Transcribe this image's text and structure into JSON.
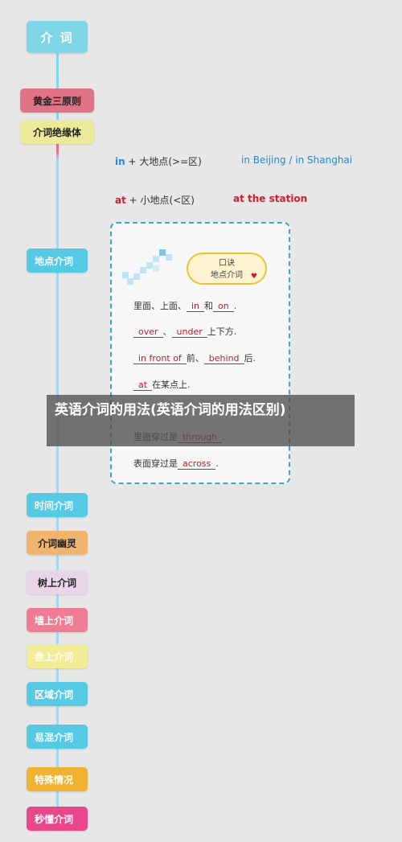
{
  "mindmap": {
    "root": {
      "label": "介 词",
      "color": "#7fd6e6"
    },
    "branches": [
      {
        "label": "黄金三原则",
        "color": "#e17386",
        "text_color": "#222222"
      },
      {
        "label": "介词绝缘体",
        "color": "#ecea9a",
        "text_color": "#222222"
      },
      {
        "label": "地点介词",
        "color": "#56c9e3",
        "text_color": "#ffffff"
      },
      {
        "label": "时间介词",
        "color": "#56c9e3",
        "text_color": "#ffffff"
      },
      {
        "label": "介词幽灵",
        "color": "#f0b46c",
        "text_color": "#222222"
      },
      {
        "label": "树上介词",
        "color": "#e9d5ea",
        "text_color": "#222222"
      },
      {
        "label": "墙上介词",
        "color": "#ef7c93",
        "text_color": "#ffffff"
      },
      {
        "label": "叁上介词",
        "color": "#f1ec98",
        "text_color": "#ffffff"
      },
      {
        "label": "区域介词",
        "color": "#56c9e3",
        "text_color": "#ffffff"
      },
      {
        "label": "易混介词",
        "color": "#56c9e3",
        "text_color": "#ffffff"
      },
      {
        "label": "特殊情况",
        "color": "#efb233",
        "text_color": "#ffffff"
      },
      {
        "label": "秒懂介词",
        "color": "#e8478c",
        "text_color": "#ffffff"
      }
    ]
  },
  "rules": [
    {
      "keyword": "in",
      "rest": "+ 大地点(>=区)",
      "example": "in Beijing / in Shanghai"
    },
    {
      "keyword": "at",
      "rest": "+ 小地点(<区)",
      "example": "at the station"
    }
  ],
  "worksheet": {
    "cloud_title_line1": "口诀",
    "cloud_title_line2": "地点介词",
    "lines": [
      {
        "prefix": "里面、上面、",
        "fill1": "in",
        "mid": "和",
        "fill2": "on",
        "suffix": "."
      },
      {
        "prefix": "",
        "fill1": "over",
        "mid": "、",
        "fill2": "under",
        "suffix": "上下方."
      },
      {
        "prefix": "",
        "fill1": "in front of",
        "mid": "前、",
        "fill2": "behind",
        "suffix": "后."
      },
      {
        "prefix": "",
        "fill1": "at",
        "mid": "在某点上.",
        "fill2": "",
        "suffix": ""
      },
      {
        "prefix": "里面穿过是",
        "fill1": "through",
        "mid": "",
        "fill2": "",
        "suffix": "."
      },
      {
        "prefix": "表面穿过是",
        "fill1": "across",
        "mid": "",
        "fill2": "",
        "suffix": "."
      }
    ]
  },
  "overlay_title": "英语介词的用法(英语介词的用法区别)"
}
